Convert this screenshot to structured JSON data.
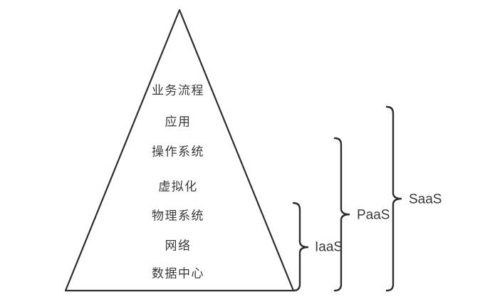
{
  "diagram": {
    "pyramid": {
      "layers": [
        {
          "label": "业务流程"
        },
        {
          "label": "应用"
        },
        {
          "label": "操作系统"
        },
        {
          "label": "虚拟化"
        },
        {
          "label": "物理系统"
        },
        {
          "label": "网络"
        },
        {
          "label": "数据中心"
        }
      ]
    },
    "braces": [
      {
        "label": "IaaS",
        "spans_layers": [
          "物理系统",
          "网络",
          "数据中心"
        ]
      },
      {
        "label": "PaaS",
        "spans_layers": [
          "操作系统",
          "虚拟化",
          "物理系统",
          "网络",
          "数据中心"
        ]
      },
      {
        "label": "SaaS",
        "spans_layers": [
          "应用",
          "操作系统",
          "虚拟化",
          "物理系统",
          "网络",
          "数据中心"
        ]
      }
    ],
    "colors": {
      "line": "#2d2d2d",
      "text": "#3a3a3a",
      "background": "#ffffff"
    }
  }
}
